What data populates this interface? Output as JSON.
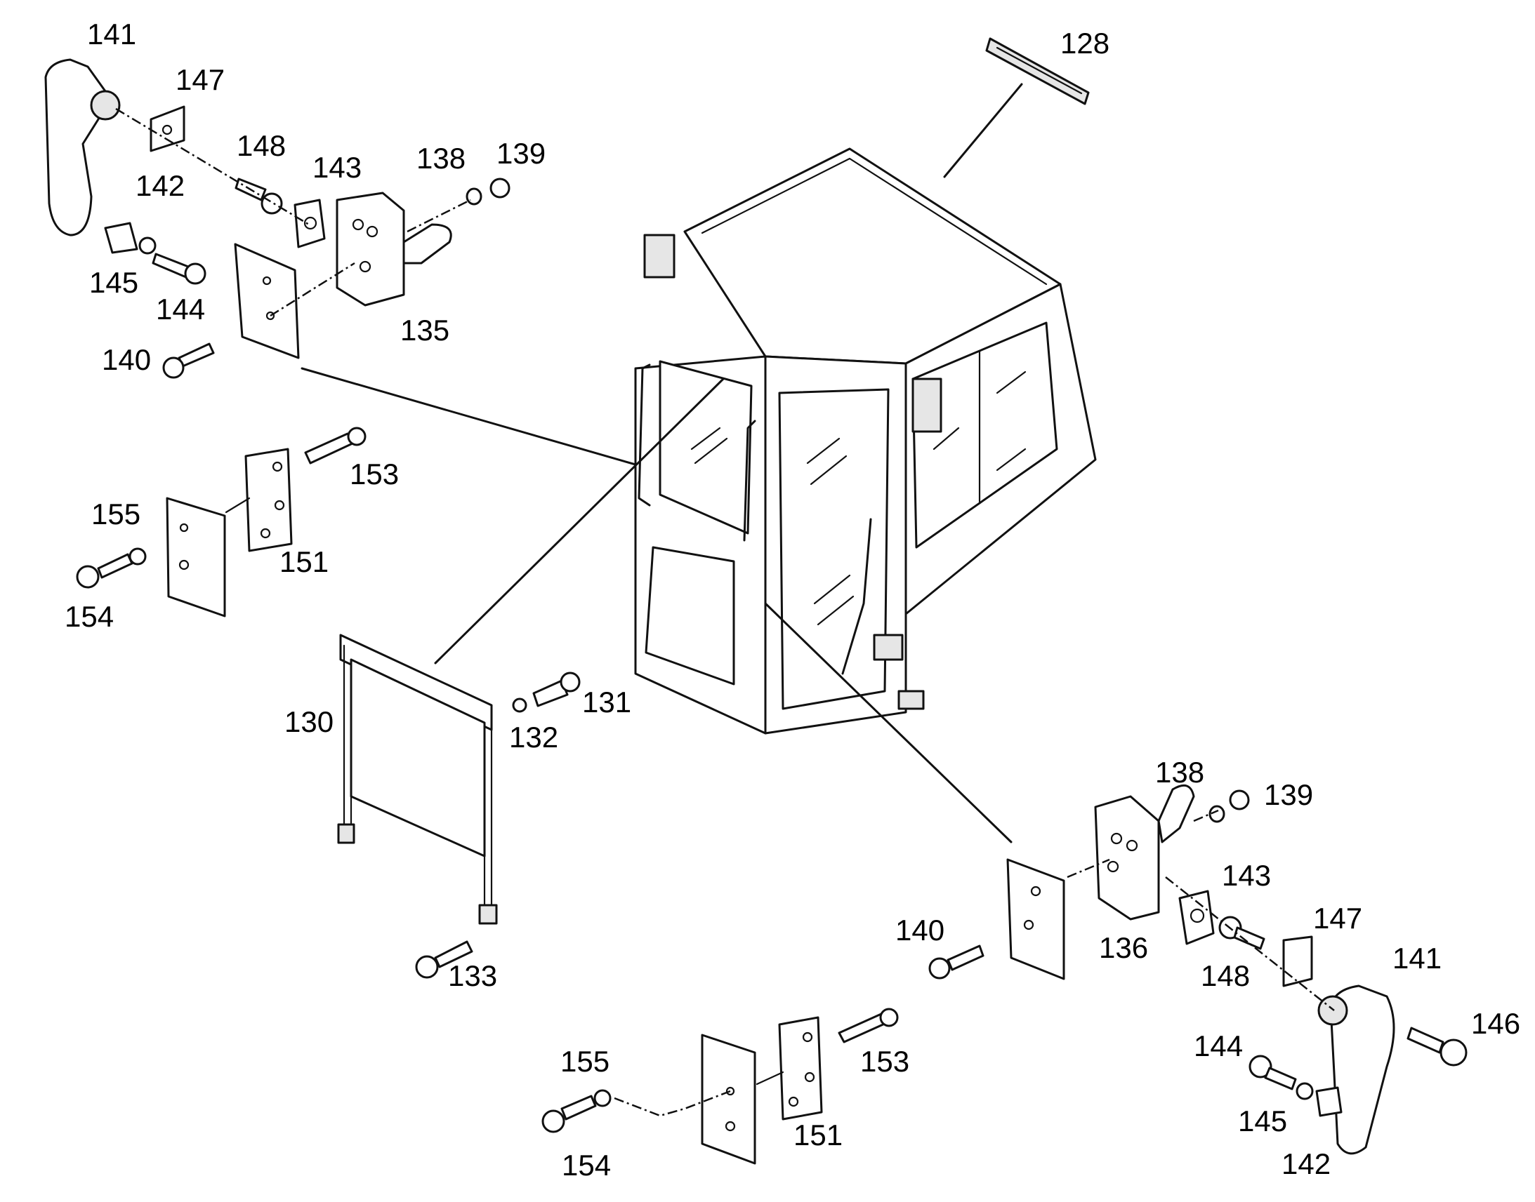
{
  "labels": {
    "p128": "128",
    "p130": "130",
    "p131": "131",
    "p132": "132",
    "p133": "133",
    "p135": "135",
    "p136": "136",
    "p138": "138",
    "p139": "139",
    "p140": "140",
    "p141": "141",
    "p142": "142",
    "p143": "143",
    "p144": "144",
    "p145": "145",
    "p146": "146",
    "p147": "147",
    "p148": "148",
    "p151": "151",
    "p153": "153",
    "p154": "154",
    "p155": "155"
  }
}
